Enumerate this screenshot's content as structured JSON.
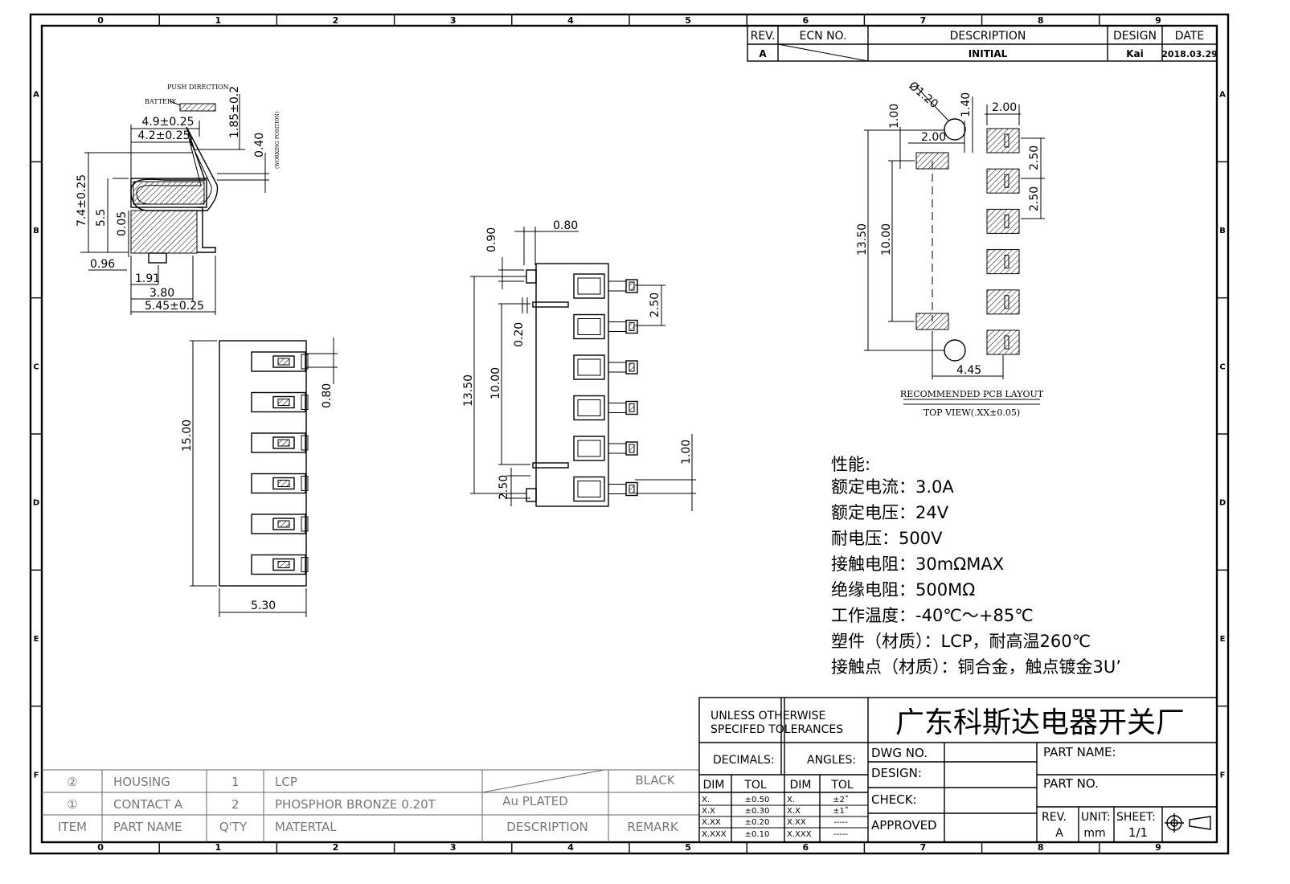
{
  "frame": {
    "col_labels": [
      "0",
      "1",
      "2",
      "3",
      "4",
      "5",
      "6",
      "7",
      "8",
      "9"
    ],
    "row_labels": [
      "A",
      "B",
      "C",
      "D",
      "E",
      "F"
    ]
  },
  "revision_block": {
    "headers": [
      "REV.",
      "ECN NO.",
      "DESCRIPTION",
      "DESIGN",
      "DATE"
    ],
    "rev": "A",
    "description": "INITIAL",
    "design": "Kai",
    "date": "2018.03.29"
  },
  "side_view": {
    "push_direction": "PUSH DIRECTION",
    "battery": "BATTERY",
    "working_position": "(WORKING POSITION)",
    "dims": [
      "4.9±0.25",
      "4.2±0.25",
      "1.85±0.2",
      "0.40",
      "7.4±0.25",
      "5.5",
      "0.05",
      "0.96",
      "1.91",
      "3.80",
      "5.45±0.25"
    ]
  },
  "top_view": {
    "dims": [
      "15.00",
      "0.80",
      "5.30"
    ]
  },
  "front_view": {
    "dims": [
      "0.80",
      "0.90",
      "2.50",
      "0.20",
      "13.50",
      "10.00",
      "2.50",
      "1.00"
    ]
  },
  "pcb_layout": {
    "dims": [
      "Ø1.20",
      "1.40",
      "2.00",
      "1.00",
      "2.00",
      "2.50",
      "2.50",
      "13.50",
      "10.00",
      "4.45"
    ],
    "title": "RECOMMENDED PCB LAYOUT",
    "subtitle": "TOP VIEW(.XX±0.05)"
  },
  "specs": [
    "性能:",
    "额定电流：3.0A",
    "额定电压：24V",
    "耐电压：500V",
    "接触电阻：30mΩMAX",
    "绝缘电阻：500MΩ",
    "工作温度：-40℃～+85℃",
    "塑件（材质）：LCP，耐高温260℃",
    "接触点（材质）：铜合金，触点镀金3U’"
  ],
  "bom": {
    "rows": [
      {
        "item": "②",
        "name": "HOUSING",
        "qty": "1",
        "material": "LCP",
        "description": "",
        "remark": "BLACK"
      },
      {
        "item": "①",
        "name": "CONTACT A",
        "qty": "2",
        "material": "PHOSPHOR BRONZE 0.20T",
        "description": "Au PLATED",
        "remark": ""
      }
    ],
    "header": {
      "item": "ITEM",
      "name": "PART NAME",
      "qty": "Q'TY",
      "material": "MATERTAL",
      "description": "DESCRIPTION",
      "remark": "REMARK"
    }
  },
  "title_block": {
    "tolerance_note_1": "UNLESS OTHERWISE",
    "tolerance_note_2": "SPECIFED TOLERANCES",
    "company": "广东科斯达电器开关厂",
    "decimals": "DECIMALS:",
    "angles": "ANGLES:",
    "dim": "DIM",
    "tol": "TOL",
    "decimal_rows": [
      [
        "X.",
        "±0.50"
      ],
      [
        "X.X",
        "±0.30"
      ],
      [
        "X.XX",
        "±0.20"
      ],
      [
        "X.XXX",
        "±0.10"
      ]
    ],
    "angle_rows": [
      [
        "X.",
        "±2˚"
      ],
      [
        "X.X",
        "±1˚"
      ],
      [
        "X.XX",
        "-----"
      ],
      [
        "X.XXX",
        "-----"
      ]
    ],
    "dwg_no": "DWG NO.",
    "design": "DESIGN:",
    "check": "CHECK:",
    "approved": "APPROVED",
    "part_name": "PART NAME:",
    "part_no": "PART NO.",
    "rev_label": "REV.",
    "rev": "A",
    "unit_label": "UNIT:",
    "unit": "mm",
    "sheet_label": "SHEET:",
    "sheet": "1/1"
  }
}
